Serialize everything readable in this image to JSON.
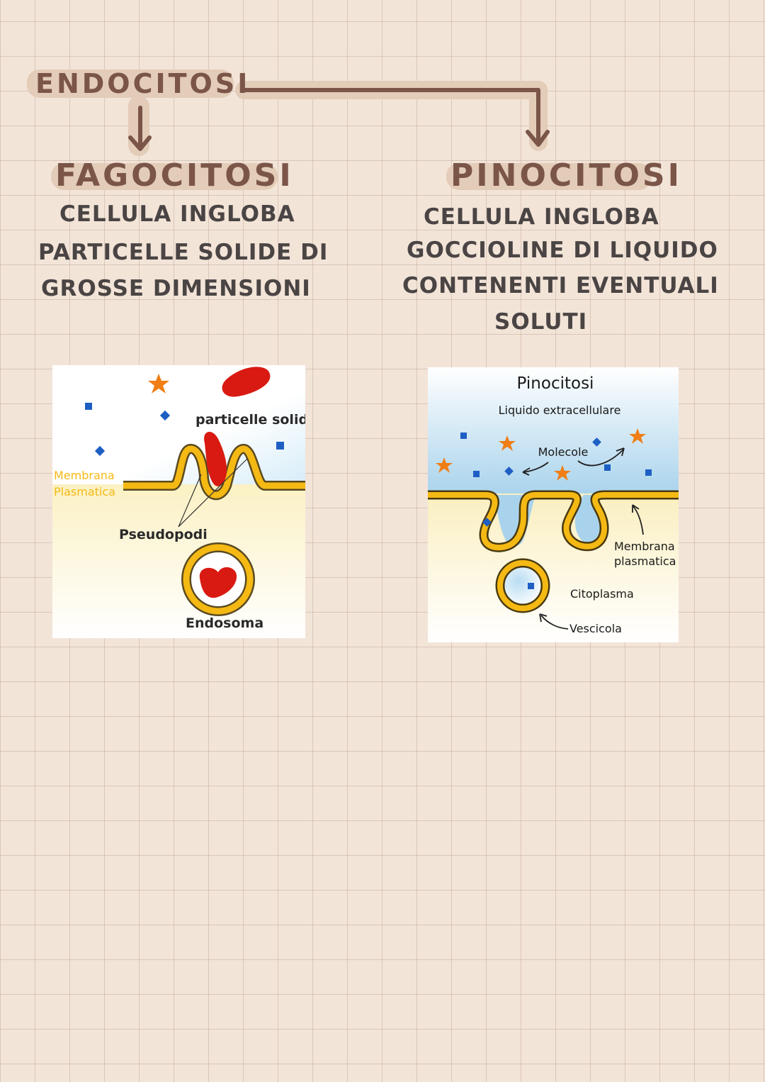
{
  "heading": {
    "main": "ENDOCITOSI",
    "left": "FAGOCITOSI",
    "right": "PINOCITOSI"
  },
  "fagocitosi": {
    "description": [
      "CELLULA INGLOBA",
      "PARTICELLE SOLIDE DI",
      "GROSSE DIMENSIONI"
    ],
    "diagram": {
      "label_particles": "particelle solide",
      "label_membrane_1": "Membrana",
      "label_membrane_2": "Plasmatica",
      "label_pseudopods": "Pseudopodi",
      "label_endosome": "Endosoma"
    }
  },
  "pinocitosi": {
    "description": [
      "CELLULA INGLOBA",
      "GOCCIOLINE DI LIQUIDO",
      "CONTENENTI EVENTUALI",
      "SOLUTI"
    ],
    "diagram": {
      "title": "Pinocitosi",
      "label_extracellular": "Liquido extracellulare",
      "label_molecules": "Molecole",
      "label_membrane_1": "Membrana",
      "label_membrane_2": "plasmatica",
      "label_cytoplasm": "Citoplasma",
      "label_vesicle": "Vescicola"
    }
  },
  "colors": {
    "title_brown": "#7a5548",
    "highlight": "#e3ccb8",
    "membrane_yellow": "#f5b914",
    "particle_red": "#d91a12",
    "molecule_blue": "#1e5fc4",
    "molecule_orange": "#f07e14"
  }
}
